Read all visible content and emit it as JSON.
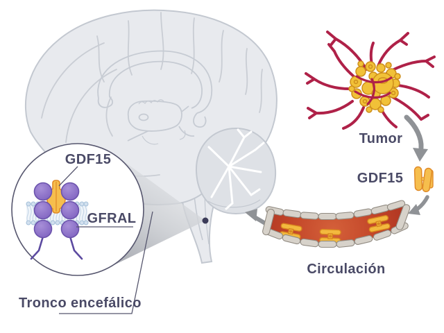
{
  "labels": {
    "tumor": "Tumor",
    "gdf15_free": "GDF15",
    "circulation": "Circulación",
    "brainstem": "Tronco encefálico",
    "gdf15_callout": "GDF15",
    "gfral": "GFRAL"
  },
  "colors": {
    "background": "#FFFFFF",
    "label_text": "#4A4A66",
    "brain_fill": "#E8EAEE",
    "brain_outline": "#C3C8D0",
    "cerebellum_fill": "#DEE1E6",
    "arrow_gray": "#8F9296",
    "tumor_vessel_red": "#AF2148",
    "tumor_cell_yellow": "#F1C138",
    "tumor_cell_outline": "#CE8E1B",
    "blood_red": "#BC3F28",
    "vessel_wall_gray": "#D7D2CA",
    "gdf15_yellow": "#F6BE4D",
    "gdf15_outline": "#E08A28",
    "receptor_purple": "#8A6EC8",
    "receptor_outline": "#6B53AC",
    "membrane_blue": "#CCDCEB",
    "callout_line": "#56566E",
    "brainstem_dot": "#3C3C59"
  }
}
